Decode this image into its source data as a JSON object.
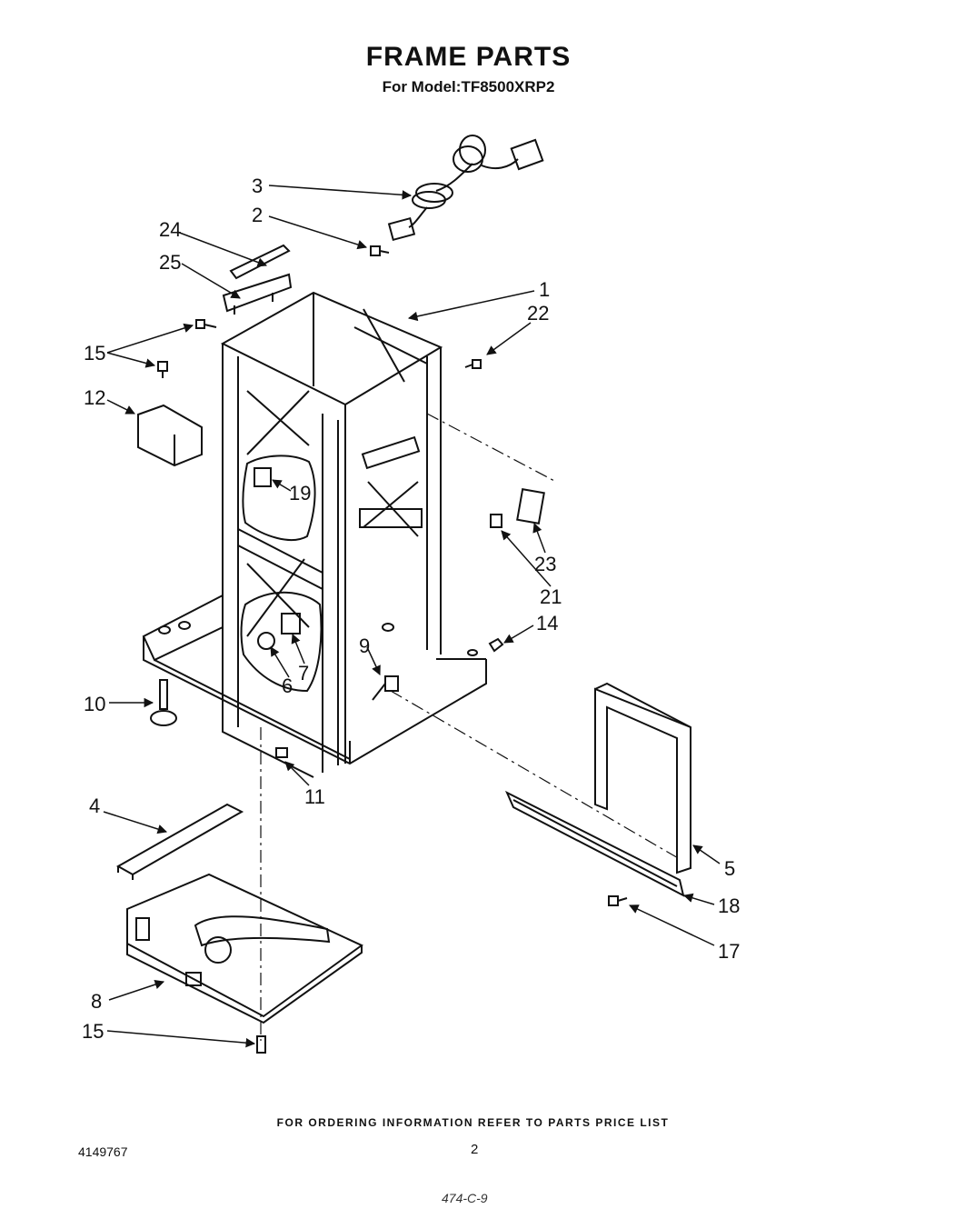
{
  "title": "FRAME PARTS",
  "subtitle": "For Model:TF8500XRP2",
  "callouts": [
    "3",
    "2",
    "24",
    "25",
    "1",
    "22",
    "15",
    "15",
    "12",
    "19",
    "23",
    "21",
    "14",
    "10",
    "9",
    "6",
    "7",
    "11",
    "4",
    "5",
    "18",
    "17",
    "8",
    "15"
  ],
  "footer_note": "FOR ORDERING INFORMATION REFER TO PARTS PRICE LIST",
  "doc_number": "4149767",
  "page_number": "2",
  "ref_mark": "474-C-9"
}
